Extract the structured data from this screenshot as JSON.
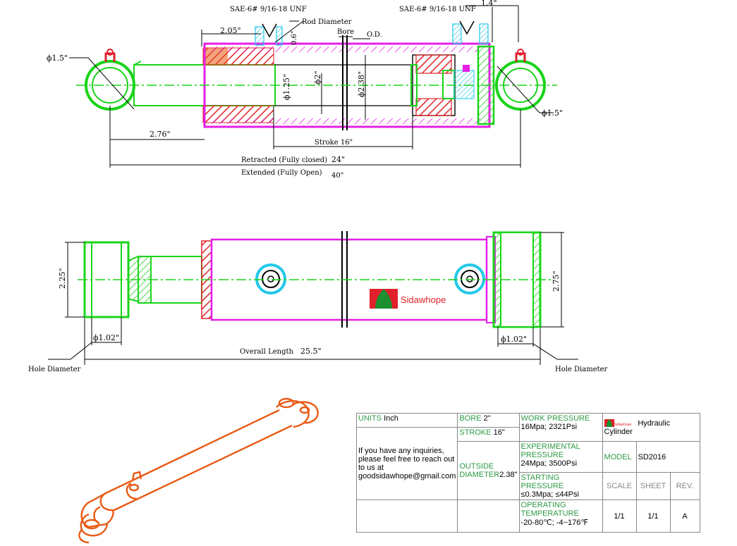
{
  "side_view": {
    "port_label_left": "SAE-6# 9/16-18 UNF",
    "port_label_right": "SAE-6# 9/16-18 UNF",
    "dim_1_4": "1.4\"",
    "dim_2_05": "2.05\"",
    "dim_0_6": "0.6\"",
    "rod_diameter_label": "Rod Diameter",
    "bore_label": "Bore",
    "od_label": "O.D.",
    "pin_left": "ϕ1.5\"",
    "pin_right": "ϕ1.5\"",
    "rod_dia_value": "ϕ1.25\"",
    "bore_value": "ϕ2\"",
    "od_value": "ϕ2.38\"",
    "dim_2_76": "2.76\"",
    "stroke": "Stroke 16\"",
    "retracted_label": "Retracted (Fully closed)",
    "retracted_value": "24\"",
    "extended_label": "Extended (Fully Open)",
    "extended_value": "40\""
  },
  "top_view": {
    "dim_2_25": "2.25\"",
    "dim_2_75": "2.75\"",
    "hole_left": "ϕ1.02\"",
    "hole_right": "ϕ1.02\"",
    "overall_label": "Overall Length",
    "overall_value": "25.5\"",
    "hole_diameter_left": "Hole Diameter",
    "hole_diameter_right": "Hole Diameter",
    "brand": "Sidawhope"
  },
  "title_block": {
    "units_label": "UNITS",
    "units_value": "Inch",
    "bore_label": "BORE",
    "bore_value": "2\"",
    "stroke_label": "STROKE",
    "stroke_value": "16\"",
    "od_label": "OUTSIDE DIAMETER",
    "od_value": "2.38\"",
    "inquiry_text": "If you have any inquiries, please feel free to reach out to us at",
    "email": "goodsidawhope@gmail.com",
    "work_pressure_label": "WORK PRESSURE",
    "work_pressure_value": "16Mpa; 2321Psi",
    "exp_pressure_label": "EXPERIMENTAL PRESSURE",
    "exp_pressure_value": "24Mpa; 3500Psi",
    "start_pressure_label": "STARTING PRESSURE",
    "start_pressure_value": "≤0.3Mpa; ≤44Psi",
    "op_temp_label": "OPERATING TEMPERATURE",
    "op_temp_value": "-20-80℃; -4~176℉",
    "logo_text": "Sidawhope",
    "product_name": "Hydraulic Cylinder",
    "model_label": "MODEL",
    "model_value": "SD2016",
    "scale_label": "SCALE",
    "sheet_label": "SHEET",
    "rev_label": "REV.",
    "scale_value": "1/1",
    "sheet_value": "1/1",
    "rev_value": "A"
  },
  "colors": {
    "green": "#19d419",
    "magenta": "#e61ee6",
    "red": "#e0202a",
    "orange": "#e85a14",
    "cyan": "#22c8e8",
    "black": "#000000"
  }
}
